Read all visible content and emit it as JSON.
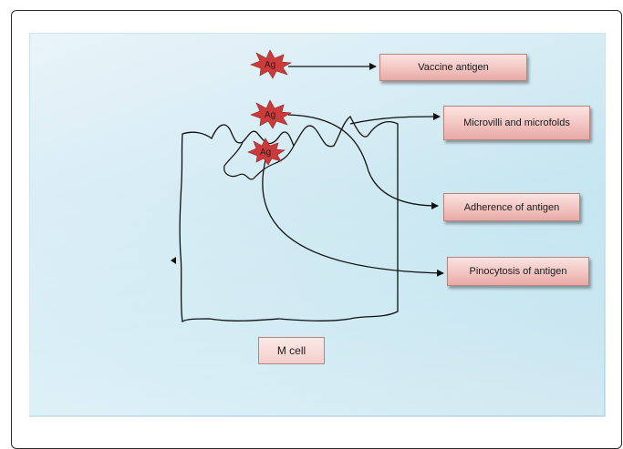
{
  "antigen_label": "Ag",
  "labels": {
    "vaccine_antigen": "Vaccine antigen",
    "microvilli": "Microvilli and microfolds",
    "adherence": "Adherence of antigen",
    "pinocytosis": "Pinocytosis of antigen",
    "m_cell": "M cell"
  },
  "colors": {
    "antigen_fill": "#cc3b3b",
    "box_fill": "#f2c4c1",
    "background": "#c6e5ef",
    "line": "#111111"
  }
}
